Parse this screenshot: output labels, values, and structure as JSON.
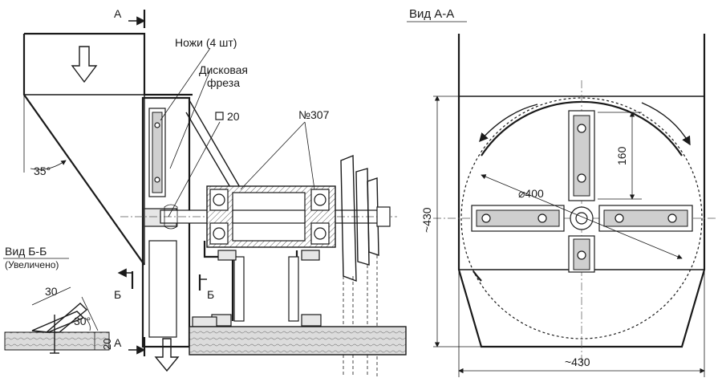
{
  "labels": {
    "section_a": "А",
    "section_a_bottom": "А",
    "view_aa": "Вид  А-А",
    "knives": "Ножи (4 шт)",
    "disc_cutter_line1": "Дисковая",
    "disc_cutter_line2": "фреза",
    "square_20": "20",
    "bearing": "№307",
    "angle_35": "35°",
    "view_bb": "Вид  Б-Б",
    "view_bb_note": "(Увеличено)",
    "dim_30_top": "30",
    "dim_30_angle": "30°",
    "dim_20": "20",
    "section_b_left": "Б",
    "section_b_right": "Б",
    "dim_430_vertical": "~430",
    "dim_430_horizontal": "~430",
    "dim_160": "160",
    "dim_400": "⌀400"
  }
}
